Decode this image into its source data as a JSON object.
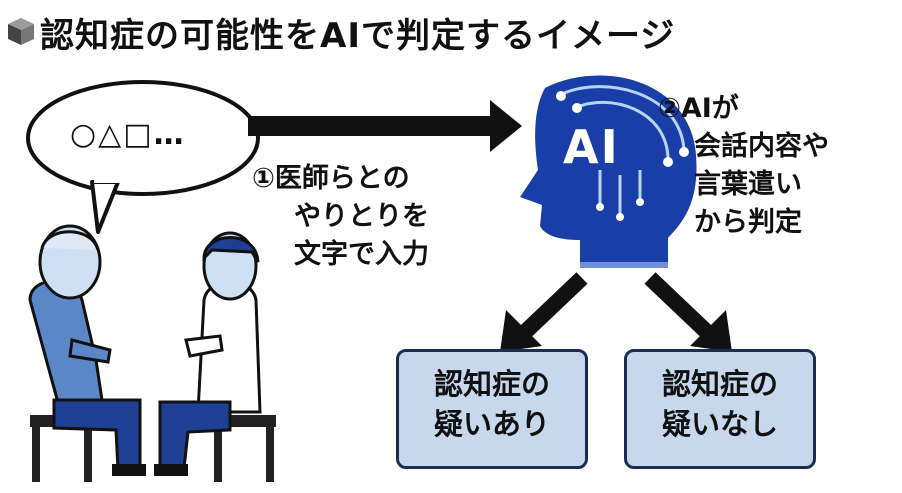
{
  "title": "認知症の可能性をAIで判定するイメージ",
  "speech_bubble": "○△□…",
  "step1": [
    "①医師らとの",
    "やりとりを",
    "文字で入力"
  ],
  "ai_label": "AI",
  "step2": [
    "②AIが",
    "会話内容や",
    "言葉遣い",
    "から判定"
  ],
  "results": [
    [
      "認知症の",
      "疑いあり"
    ],
    [
      "認知症の",
      "疑いなし"
    ]
  ],
  "colors": {
    "head_blue": "#1a3ea8",
    "result_fill": "#c8d8ec",
    "result_border": "#1c2d52",
    "person_blue": "#5b86c8"
  }
}
